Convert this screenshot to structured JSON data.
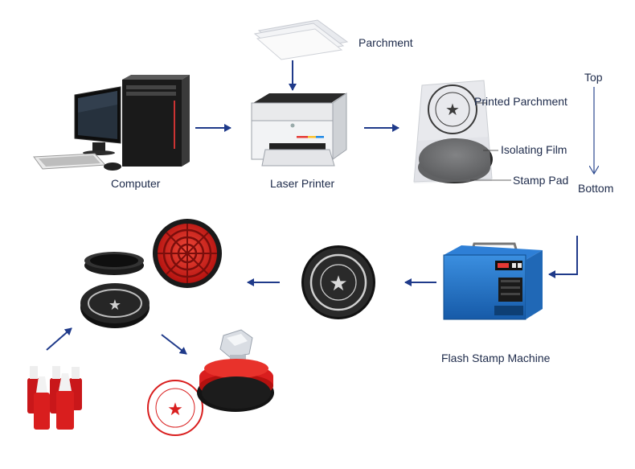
{
  "labels": {
    "parchment": "Parchment",
    "computer": "Computer",
    "laser_printer": "Laser Printer",
    "printed_parchment": "Printed Parchment",
    "isolating_film": "Isolating Film",
    "stamp_pad": "Stamp Pad",
    "top": "Top",
    "bottom": "Bottom",
    "flash_stamp_machine": "Flash Stamp Machine"
  },
  "colors": {
    "arrow": "#1f3a8a",
    "label_text": "#1d2a4a",
    "machine_blue": "#1f6fc9",
    "ink_red": "#d91e1e",
    "stamp_black": "#151515"
  },
  "icons": [
    "parchment-sheets-icon",
    "desktop-computer-icon",
    "laser-printer-icon",
    "stamp-layers-icon",
    "flash-stamp-machine-icon",
    "finished-stamp-pad-icon",
    "stamp-case-parts-icon",
    "ink-bottles-icon",
    "handle-stamp-with-impression-icon"
  ]
}
